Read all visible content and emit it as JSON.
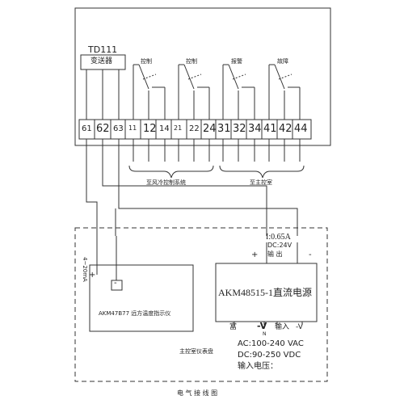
{
  "device": {
    "name": "TD111",
    "transmitter_label": "变送器",
    "relay_labels": [
      "控制",
      "控制",
      "报警",
      "故障"
    ],
    "terminals": [
      "61",
      "62",
      "63",
      "11",
      "12",
      "14",
      "21",
      "22",
      "24",
      "31",
      "32",
      "34",
      "41",
      "42",
      "44"
    ]
  },
  "groups": {
    "left_label": "至风冷控制系统",
    "right_label": "至主控室"
  },
  "indicator": {
    "name": "AKM47B77  远方温度指示仪",
    "current_label": "4~20mA",
    "plus_sign": "+",
    "minus_sign": "-"
  },
  "power_supply": {
    "name": "AKM48515-1直流电源",
    "output_rating": "I:0.65A",
    "output_voltage": "DC:24V",
    "output_label": "输  出",
    "plus_sign": "+",
    "minus_sign": "-",
    "input_terminals": [
      "富",
      "-V",
      "输入",
      "-V"
    ],
    "terminal_sub": "N",
    "ac_spec": "AC:100-240  VAC",
    "dc_spec": "DC:90-250 VDC",
    "input_label": "输入电压："
  },
  "panel_label": "主控室仪表盘",
  "caption": "电 气 接 线 图"
}
